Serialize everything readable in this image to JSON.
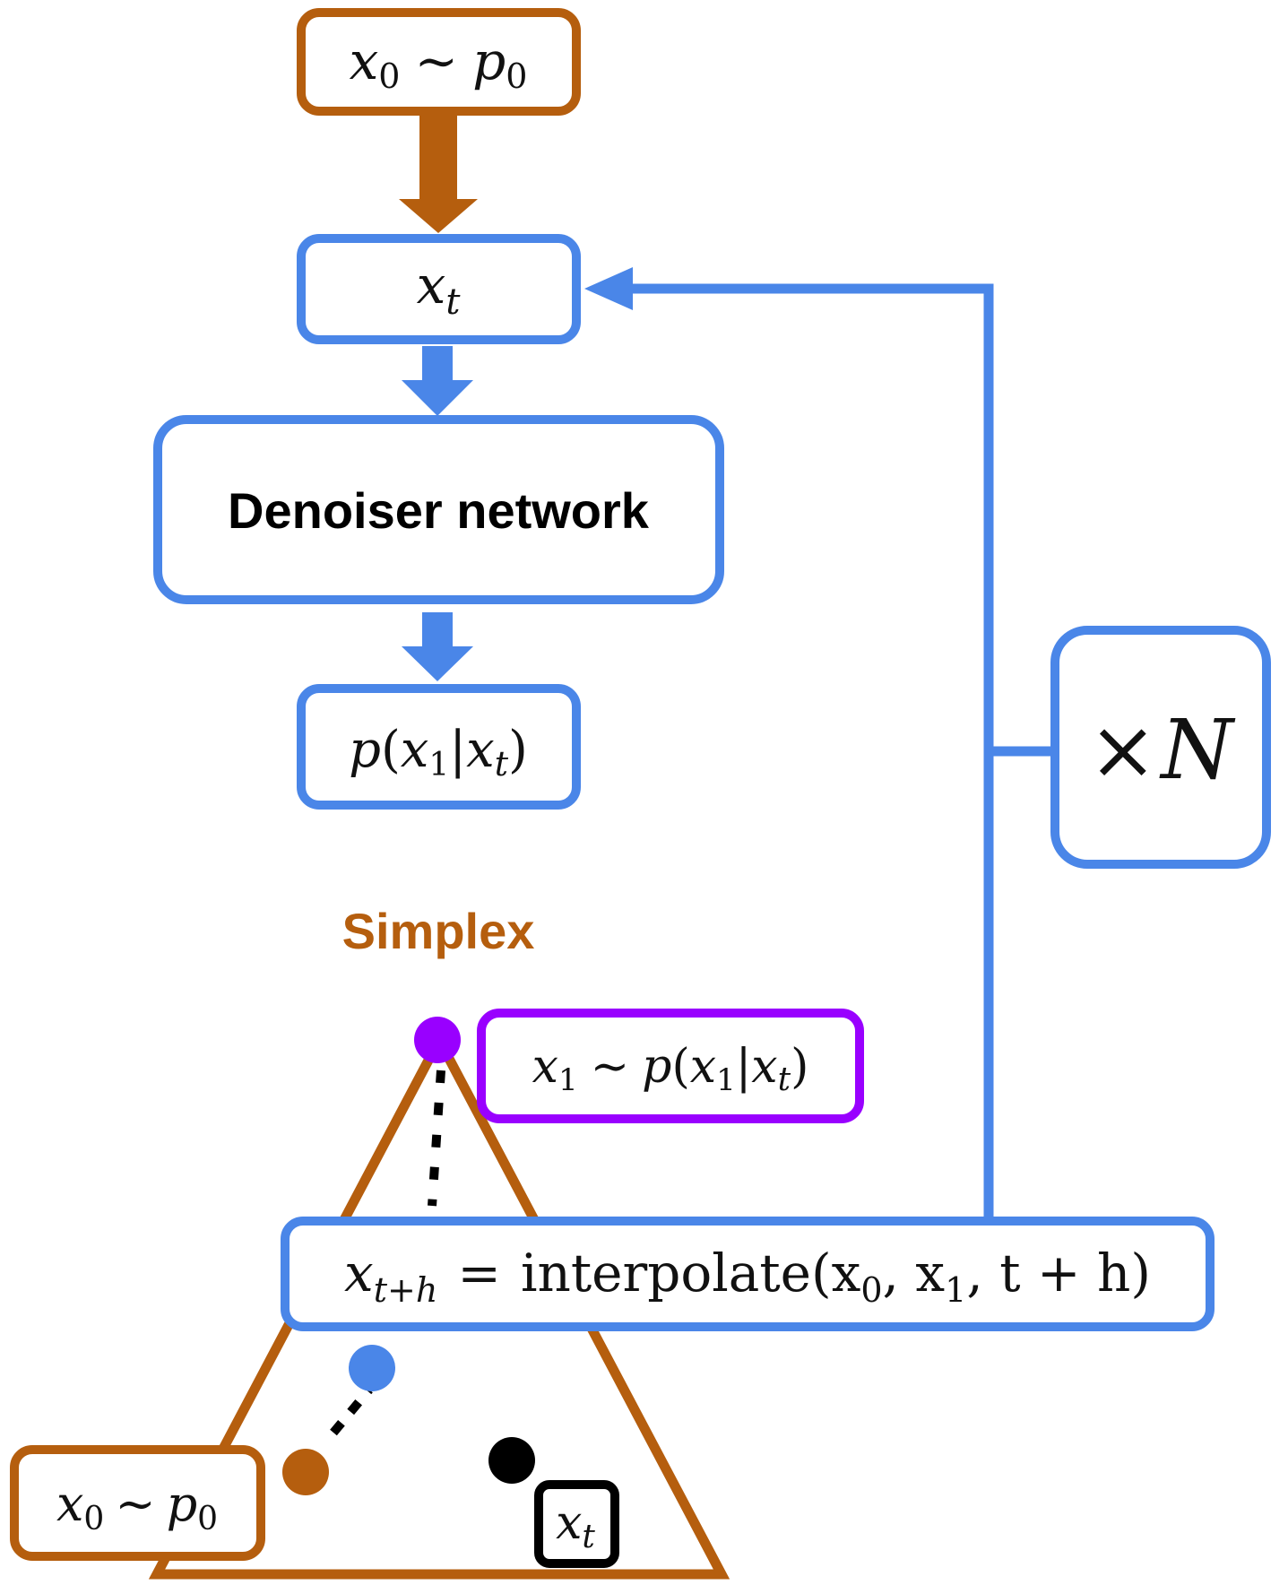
{
  "colors": {
    "brown": "#B55E0E",
    "blue": "#4A86E8",
    "purple": "#9900FF",
    "black": "#000000"
  },
  "top_sample": {
    "a": "x",
    "a_sub": "0",
    "op": "∼",
    "b": "p",
    "b_sub": "0"
  },
  "xt_box": {
    "base": "x",
    "sub": "t"
  },
  "denoiser": {
    "label": "Denoiser network"
  },
  "posterior": {
    "p": "p",
    "open": "(",
    "x": "x",
    "x_sub": "1",
    "bar": "|",
    "y": "x",
    "y_sub": "t",
    "close": ")"
  },
  "repeat": {
    "times": "×",
    "n": "N"
  },
  "simplex": {
    "title": "Simplex"
  },
  "sample_x1": {
    "a": "x",
    "a_sub": "1",
    "op": "∼",
    "p": "p",
    "open": "(",
    "x": "x",
    "x_sub": "1",
    "bar": "|",
    "y": "x",
    "y_sub": "t",
    "close": ")"
  },
  "interp": {
    "lhs": "x",
    "lhs_sub": "t+h",
    "eq": "=",
    "fn": "interpolate(x",
    "s0": "0",
    "c1": ", x",
    "s1": "1",
    "tail": ", t + h)"
  },
  "bottom_sample": {
    "a": "x",
    "a_sub": "0",
    "op": "∼",
    "b": "p",
    "b_sub": "0"
  },
  "xt_small": {
    "base": "x",
    "sub": "t"
  }
}
